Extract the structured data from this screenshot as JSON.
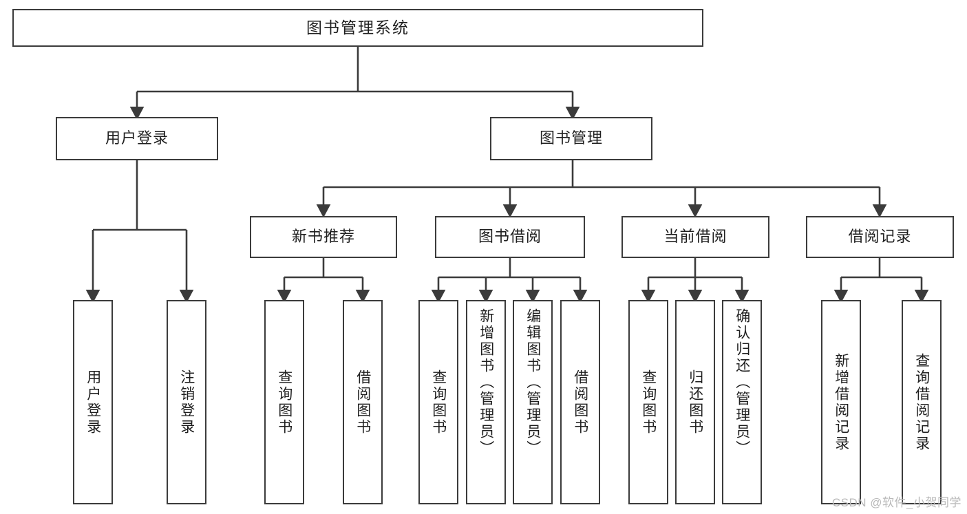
{
  "diagram": {
    "title": "图书管理系统",
    "type": "tree-hierarchy-chart",
    "orientation": "top-down",
    "colors": {
      "node_border": "#3b3b3b",
      "node_fill": "#ffffff",
      "edge": "#3b3b3b",
      "text": "#1f1f1f",
      "watermark": "#b9b9b9",
      "background": "#ffffff"
    }
  },
  "nodes": {
    "root": {
      "label": "图书管理系统"
    },
    "level2": [
      {
        "id": "user-login",
        "label": "用户登录"
      },
      {
        "id": "book-management",
        "label": "图书管理"
      }
    ],
    "level3": [
      {
        "id": "new-book-recommend",
        "label": "新书推荐"
      },
      {
        "id": "book-borrow",
        "label": "图书借阅"
      },
      {
        "id": "current-borrow",
        "label": "当前借阅"
      },
      {
        "id": "borrow-record",
        "label": "借阅记录"
      }
    ],
    "leaves": {
      "user_login": [
        {
          "id": "leaf-user-login",
          "label": "用户登录"
        },
        {
          "id": "leaf-logout-login",
          "label": "注销登录"
        }
      ],
      "new_book_recommend": [
        {
          "id": "leaf-query-book-1",
          "label": "查询图书"
        },
        {
          "id": "leaf-borrow-book-1",
          "label": "借阅图书"
        }
      ],
      "book_borrow": [
        {
          "id": "leaf-query-book-2",
          "label": "查询图书"
        },
        {
          "id": "leaf-add-book",
          "label": "新增图书（管理员）"
        },
        {
          "id": "leaf-edit-book",
          "label": "编辑图书（管理员）"
        },
        {
          "id": "leaf-borrow-book-2",
          "label": "借阅图书"
        }
      ],
      "current_borrow": [
        {
          "id": "leaf-query-book-3",
          "label": "查询图书"
        },
        {
          "id": "leaf-return-book",
          "label": "归还图书"
        },
        {
          "id": "leaf-confirm-return",
          "label": "确认归还（管理员）"
        }
      ],
      "borrow_record": [
        {
          "id": "leaf-add-record",
          "label": "新增借阅记录"
        },
        {
          "id": "leaf-query-record",
          "label": "查询借阅记录"
        }
      ]
    }
  },
  "watermark": {
    "text": "CSDN @软件_小贺同学"
  }
}
